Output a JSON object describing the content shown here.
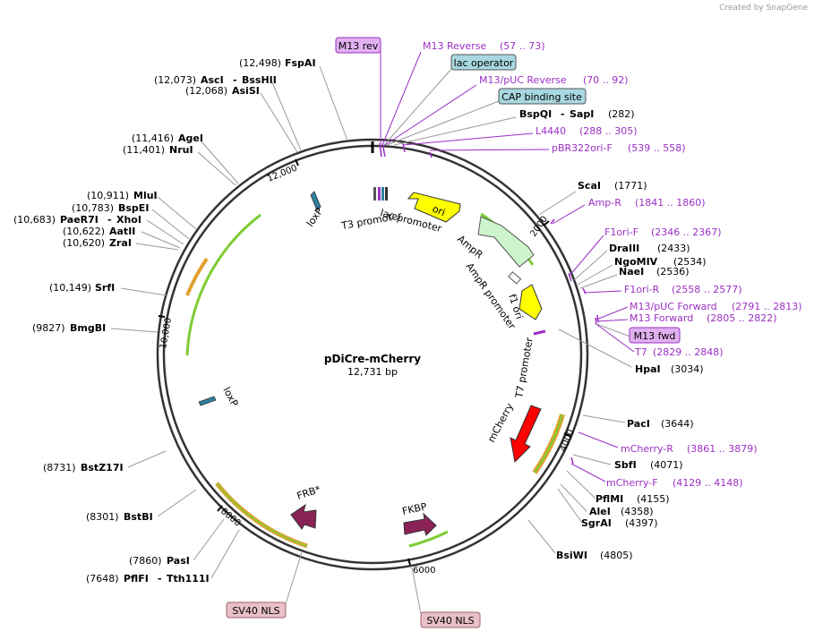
{
  "credit": "Created by SnapGene",
  "plasmid": {
    "name": "pDiCre-mCherry",
    "size": "12,731 bp"
  },
  "scale_ticks": [
    {
      "label": "2000"
    },
    {
      "label": "4000"
    },
    {
      "label": "6000"
    },
    {
      "label": "8000"
    },
    {
      "label": "10,000"
    },
    {
      "label": "12,000"
    }
  ],
  "boxed_features": [
    {
      "label": "M13 rev"
    },
    {
      "label": "lac operator"
    },
    {
      "label": "CAP binding site"
    },
    {
      "label": "M13 fwd"
    },
    {
      "label": "SV40 NLS"
    },
    {
      "label": "SV40 NLS"
    }
  ],
  "primers": [
    {
      "name": "M13 Reverse",
      "range": "(57 .. 73)"
    },
    {
      "name": "M13/pUC Reverse",
      "range": "(70 .. 92)"
    },
    {
      "name": "L4440",
      "range": "(288 .. 305)"
    },
    {
      "name": "pBR322ori-F",
      "range": "(539 .. 558)"
    },
    {
      "name": "Amp-R",
      "range": "(1841 .. 1860)"
    },
    {
      "name": "F1ori-F",
      "range": "(2346 .. 2367)"
    },
    {
      "name": "F1ori-R",
      "range": "(2558 .. 2577)"
    },
    {
      "name": "M13/pUC Forward",
      "range": "(2791 .. 2813)"
    },
    {
      "name": "M13 Forward",
      "range": "(2805 .. 2822)"
    },
    {
      "name": "T7",
      "range": "(2829 .. 2848)"
    },
    {
      "name": "mCherry-R",
      "range": "(3861 .. 3879)"
    },
    {
      "name": "mCherry-F",
      "range": "(4129 .. 4148)"
    }
  ],
  "enzymes_right": [
    {
      "pos": "(282)",
      "name": "BspQI",
      "name2": "SapI"
    },
    {
      "pos": "(1771)",
      "name": "ScaI"
    },
    {
      "pos": "(2433)",
      "name": "DraIII"
    },
    {
      "pos": "(2534)",
      "name": "NgoMIV"
    },
    {
      "pos": "(2536)",
      "name": "NaeI"
    },
    {
      "pos": "(3034)",
      "name": "HpaI"
    },
    {
      "pos": "(3644)",
      "name": "PacI"
    },
    {
      "pos": "(4071)",
      "name": "SbfI"
    },
    {
      "pos": "(4155)",
      "name": "PflMI"
    },
    {
      "pos": "(4358)",
      "name": "AleI"
    },
    {
      "pos": "(4397)",
      "name": "SgrAI"
    },
    {
      "pos": "(4805)",
      "name": "BsiWI"
    }
  ],
  "enzymes_left": [
    {
      "pos": "(12,498)",
      "name": "FspAI"
    },
    {
      "pos": "(12,073)",
      "name": "AscI",
      "name2": "BssHII"
    },
    {
      "pos": "(12,068)",
      "name": "AsiSI"
    },
    {
      "pos": "(11,416)",
      "name": "AgeI"
    },
    {
      "pos": "(11,401)",
      "name": "NruI"
    },
    {
      "pos": "(10,911)",
      "name": "MluI"
    },
    {
      "pos": "(10,783)",
      "name": "BspEI"
    },
    {
      "pos": "(10,683)",
      "name": "PaeR7I",
      "name2": "XhoI"
    },
    {
      "pos": "(10,622)",
      "name": "AatII"
    },
    {
      "pos": "(10,620)",
      "name": "ZraI"
    },
    {
      "pos": "(10,149)",
      "name": "SrfI"
    },
    {
      "pos": "(9827)",
      "name": "BmgBI"
    },
    {
      "pos": "(8731)",
      "name": "BstZ17I"
    },
    {
      "pos": "(8301)",
      "name": "BstBI"
    },
    {
      "pos": "(7860)",
      "name": "PasI"
    },
    {
      "pos": "(7648)",
      "name": "PflFI",
      "name2": "Tth111I"
    }
  ],
  "features": [
    {
      "label": "ori"
    },
    {
      "label": "lac promoter"
    },
    {
      "label": "T3 promoter"
    },
    {
      "label": "AmpR"
    },
    {
      "label": "AmpR promoter"
    },
    {
      "label": "f1 ori"
    },
    {
      "label": "T7 promoter"
    },
    {
      "label": "mCherry"
    },
    {
      "label": "loxP"
    },
    {
      "label": "loxP"
    },
    {
      "label": "FRB*"
    },
    {
      "label": "FKBP"
    }
  ],
  "colors": {
    "ori": "#ffff00",
    "ampr": "#ccf5cc",
    "f1ori": "#ffff00",
    "mcherry": "#ff0000",
    "frb": "#8b2257",
    "fkbp": "#8b2257",
    "loxp": "#2f7f9f",
    "primer": "#9b2fc4",
    "orf_green": "#7ecc33",
    "orf_orange": "#e0a030",
    "pink_box": "#e8c0c8",
    "purple_box": "#e0b0f0",
    "blue_box": "#a8d8e0"
  }
}
